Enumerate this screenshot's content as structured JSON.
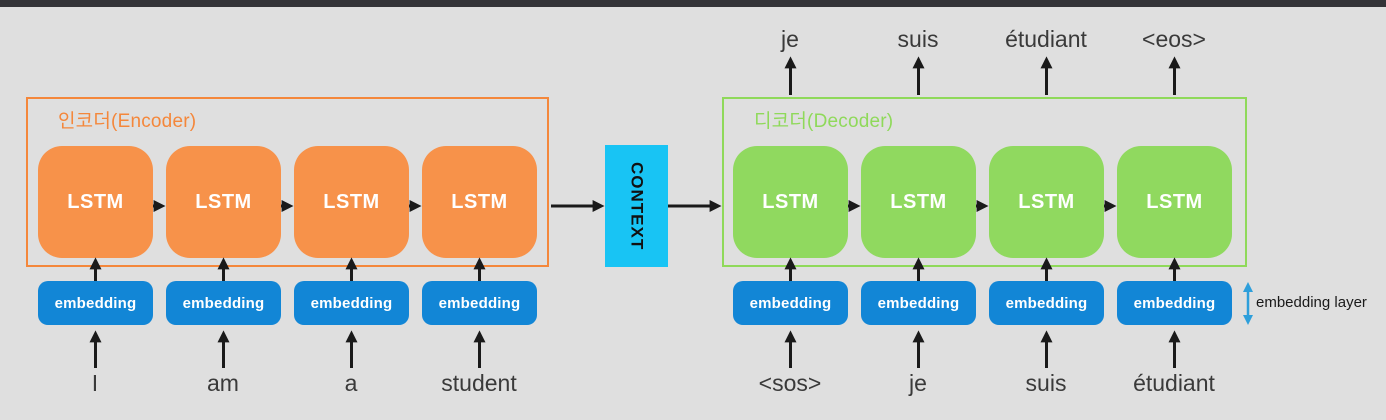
{
  "diagram": {
    "type": "seq2seq-encoder-decoder",
    "encoder": {
      "label": "인코더(Encoder)",
      "blocks": [
        "LSTM",
        "LSTM",
        "LSTM",
        "LSTM"
      ],
      "inputs": [
        "I",
        "am",
        "a",
        "student"
      ]
    },
    "context": {
      "label": "CONTEXT"
    },
    "decoder": {
      "label": "디코더(Decoder)",
      "blocks": [
        "LSTM",
        "LSTM",
        "LSTM",
        "LSTM"
      ],
      "inputs": [
        "<sos>",
        "je",
        "suis",
        "étudiant"
      ],
      "outputs": [
        "je",
        "suis",
        "étudiant",
        "<eos>"
      ]
    },
    "embedding": {
      "box_label": "embedding",
      "layer_label": "embedding layer"
    },
    "colors": {
      "background": "#DFDFDF",
      "top_bar": "#343438",
      "encoder_border": "#F4873B",
      "encoder_fill": "#F7924A",
      "decoder_border": "#8FD95A",
      "decoder_fill": "#90D95F",
      "embedding_fill": "#1286D6",
      "context_fill": "#18C4F4",
      "arrow": "#1a1a1a",
      "embedding_layer_arrow": "#2E9FDB",
      "word_text": "#3A3A3A"
    }
  }
}
